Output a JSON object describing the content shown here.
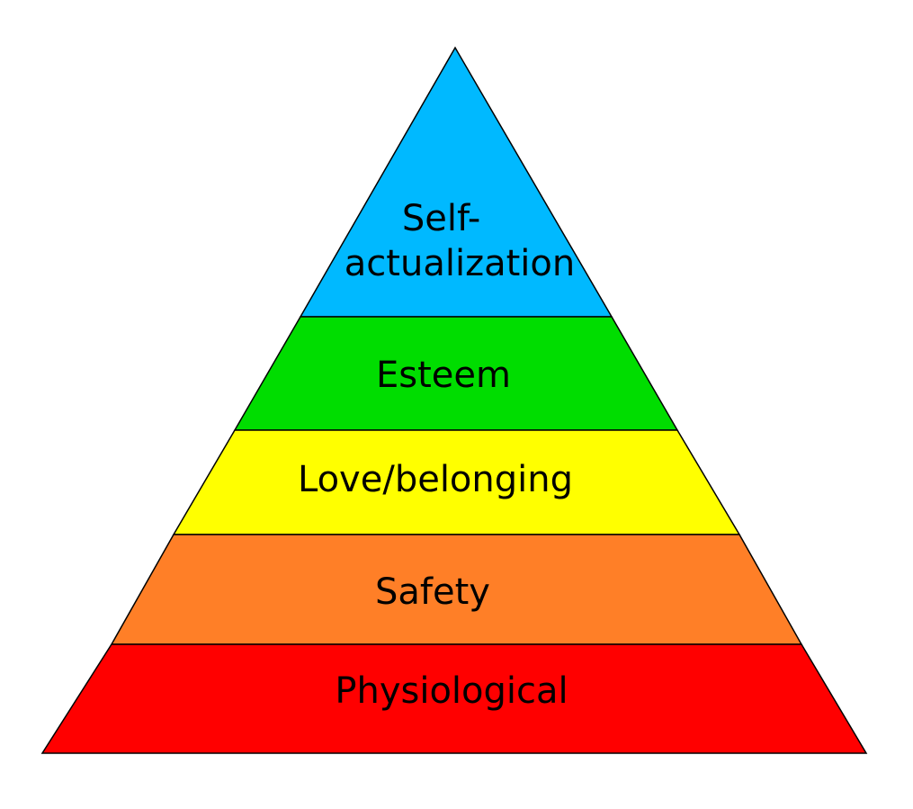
{
  "tiers": [
    {
      "label_lines": [
        "Self-",
        "actualization"
      ],
      "color": "#00b9ff"
    },
    {
      "label_lines": [
        "Esteem"
      ],
      "color": "#00dd00"
    },
    {
      "label_lines": [
        "Love/belonging"
      ],
      "color": "#ffff00"
    },
    {
      "label_lines": [
        "Safety"
      ],
      "color": "#ff7f27"
    },
    {
      "label_lines": [
        "Physiological"
      ],
      "color": "#ff0000"
    }
  ],
  "outline_color": "#000000"
}
